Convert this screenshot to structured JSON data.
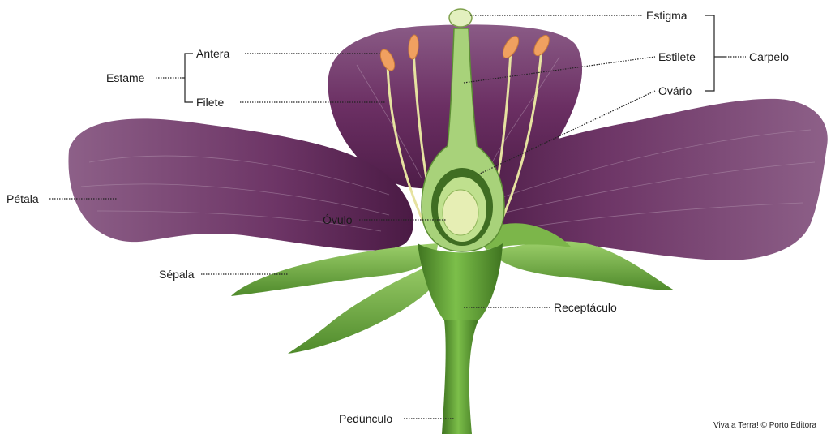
{
  "labels": {
    "estame": "Estame",
    "antera": "Antera",
    "filete": "Filete",
    "petala": "Pétala",
    "ovulo": "Óvulo",
    "sepala": "Sépala",
    "receptaculo": "Receptáculo",
    "pedunculo": "Pedúnculo",
    "estigma": "Estigma",
    "estilete": "Estilete",
    "ovario": "Ovário",
    "carpelo": "Carpelo"
  },
  "credit": "Viva a Terra! © Porto Editora",
  "colors": {
    "petal": "#6b2f63",
    "petal_light": "#9a6a95",
    "sepal": "#6aa83b",
    "stem": "#4f8a2b",
    "anther": "#f0a060",
    "filament": "#e7e3a0",
    "pistil": "#a8d27a"
  }
}
